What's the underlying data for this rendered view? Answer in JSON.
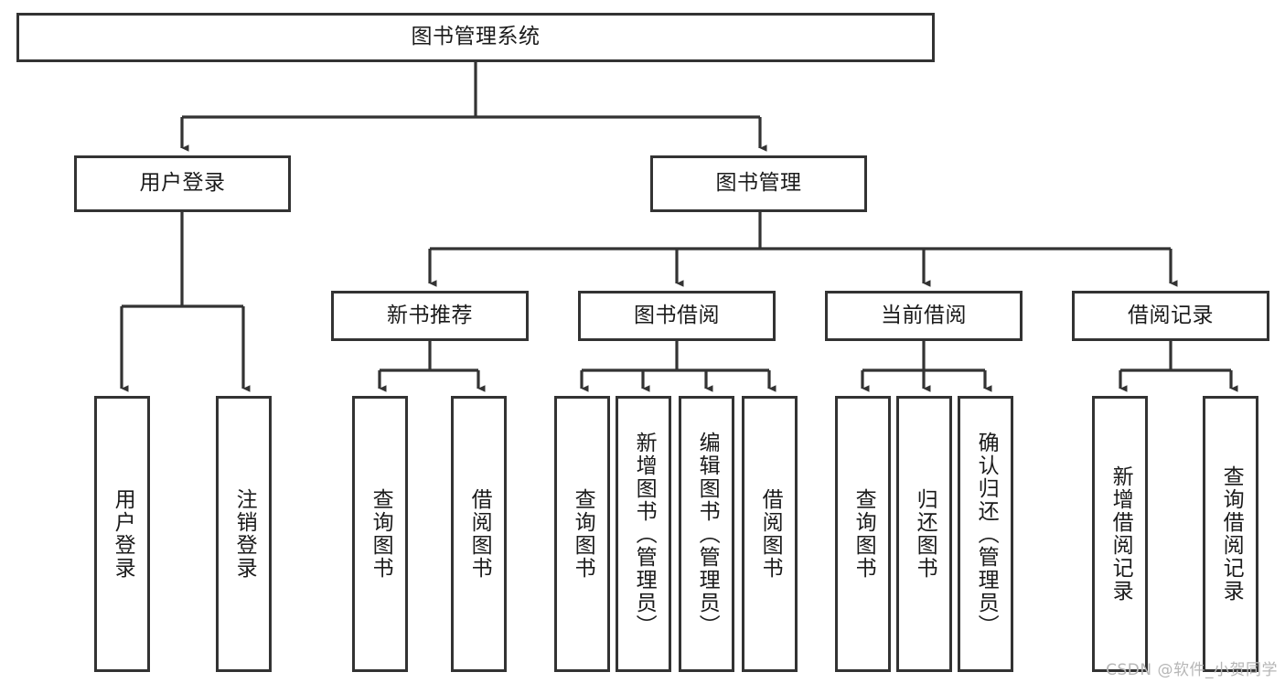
{
  "diagram": {
    "type": "hierarchy-tree",
    "title": "图书管理系统",
    "watermark": "CSDN @软件_小贺同学",
    "colors": {
      "box_border": "#333333",
      "box_fill": "#ffffff",
      "connector": "#333333",
      "text": "#1b1b1b",
      "watermark": "#b6b6b6",
      "background": "#ffffff"
    },
    "levels": {
      "root": {
        "label": "图书管理系统",
        "orientation": "horizontal"
      },
      "level2": [
        {
          "label": "用户登录",
          "orientation": "horizontal"
        },
        {
          "label": "图书管理",
          "orientation": "horizontal"
        }
      ],
      "level3": [
        {
          "label": "新书推荐",
          "orientation": "horizontal",
          "parent": "图书管理"
        },
        {
          "label": "图书借阅",
          "orientation": "horizontal",
          "parent": "图书管理"
        },
        {
          "label": "当前借阅",
          "orientation": "horizontal",
          "parent": "图书管理"
        },
        {
          "label": "借阅记录",
          "orientation": "horizontal",
          "parent": "图书管理"
        }
      ],
      "leaves": [
        {
          "label": "用户登录",
          "orientation": "vertical",
          "parent": "用户登录"
        },
        {
          "label": "注销登录",
          "orientation": "vertical",
          "parent": "用户登录"
        },
        {
          "label": "查询图书",
          "orientation": "vertical",
          "parent": "新书推荐"
        },
        {
          "label": "借阅图书",
          "orientation": "vertical",
          "parent": "新书推荐"
        },
        {
          "label": "查询图书",
          "orientation": "vertical",
          "parent": "图书借阅"
        },
        {
          "label": "新增图书（管理员）",
          "orientation": "vertical",
          "parent": "图书借阅"
        },
        {
          "label": "编辑图书（管理员）",
          "orientation": "vertical",
          "parent": "图书借阅"
        },
        {
          "label": "借阅图书",
          "orientation": "vertical",
          "parent": "图书借阅"
        },
        {
          "label": "查询图书",
          "orientation": "vertical",
          "parent": "当前借阅"
        },
        {
          "label": "归还图书",
          "orientation": "vertical",
          "parent": "当前借阅"
        },
        {
          "label": "确认归还（管理员）",
          "orientation": "vertical",
          "parent": "当前借阅"
        },
        {
          "label": "新增借阅记录",
          "orientation": "vertical",
          "parent": "借阅记录"
        },
        {
          "label": "查询借阅记录",
          "orientation": "vertical",
          "parent": "借阅记录"
        }
      ]
    }
  }
}
